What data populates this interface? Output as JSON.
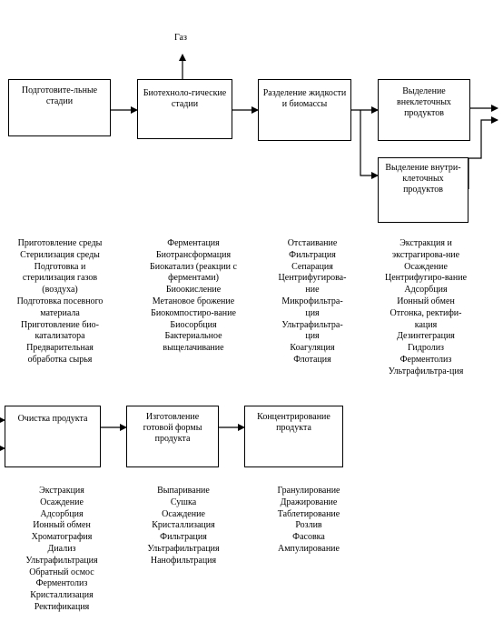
{
  "gas_label": "Газ",
  "boxes": {
    "prep": "Подготовите-льные стадии",
    "bio": "Биотехноло-гические стадии",
    "separation": "Разделение жидкости и биомассы",
    "extracellular": "Выделение внеклеточных продуктов",
    "intracellular": "Выделение внутри-клеточных продуктов",
    "purification": "Очистка продукта",
    "form": "Изготовление готовой формы продукта",
    "concentration": "Концентрирование продукта"
  },
  "lists": {
    "prep": [
      "Приготовление среды",
      "Стерилизация среды",
      "Подготовка и",
      "стерилизация газов",
      "(воздуха)",
      "Подготовка посевного",
      "материала",
      "Приготовление био-",
      "катализатора",
      "Предварительная",
      "обработка сырья"
    ],
    "bio": [
      "Ферментация",
      "Биотрансформация",
      "Биокатализ (реакции с",
      "ферментами)",
      "Биоокисление",
      "Метановое брожение",
      "Биокомпостиро-вание",
      "Биосорбция",
      "Бактериальное",
      "выщелачивание"
    ],
    "separation": [
      "Отстаивание",
      "Фильтрация",
      "Сепарация",
      "Центрифугирова-",
      "ние",
      "Микрофильтра-",
      "ция",
      "Ультрафильтра-",
      "ция",
      "Коагуляция",
      "Флотация"
    ],
    "extraction": [
      "Экстракция и",
      "экстрагирова-ние",
      "Осаждение",
      "Центрифугиро-вание",
      "Адсорбция",
      "Ионный обмен",
      "Отгонка, ректифи-",
      "кация",
      "Дезинтеграция",
      "Гидролиз",
      "Ферментолиз",
      "Ультрафильтра-ция"
    ],
    "purification": [
      "Экстракция",
      "Осаждение",
      "Адсорбция",
      "Ионный обмен",
      "Хроматография",
      "Диализ",
      "Ультрафильтрация",
      "Обратный осмос",
      "Ферментолиз",
      "Кристаллизация",
      "Ректификация"
    ],
    "form": [
      "Выпаривание",
      "Сушка",
      "Осаждение",
      "Кристаллизация",
      "Фильтрация",
      "Ультрафильтрация",
      "Нанофильтрация"
    ],
    "concentration": [
      "Гранулирование",
      "Дражирование",
      "Таблетирование",
      "Розлив",
      "Фасовка",
      "Ампулирование"
    ]
  }
}
